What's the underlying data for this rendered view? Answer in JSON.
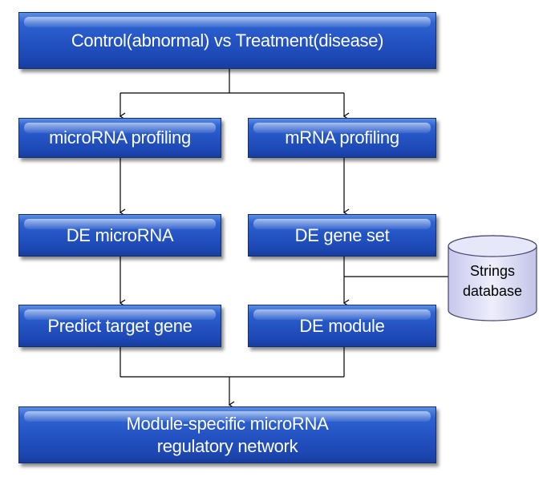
{
  "diagram": {
    "top_box": {
      "label": "Control(abnormal) vs Treatment(disease)"
    },
    "mirna_profiling": {
      "label": "microRNA profiling"
    },
    "mrna_profiling": {
      "label": "mRNA profiling"
    },
    "de_microrna": {
      "label": "DE microRNA"
    },
    "de_gene_set": {
      "label": "DE gene set"
    },
    "predict_target": {
      "label": "Predict target gene"
    },
    "de_module": {
      "label": "DE module"
    },
    "result": {
      "line1": "Module-specific microRNA",
      "line2": "regulatory network"
    },
    "database": {
      "line1": "Strings",
      "line2": "database"
    }
  },
  "colors": {
    "box_fill": "#2453c3",
    "box_border": "#10306e",
    "box_text": "#ffffff",
    "connector": "#000000",
    "database_fill": "#dcdcf4"
  }
}
